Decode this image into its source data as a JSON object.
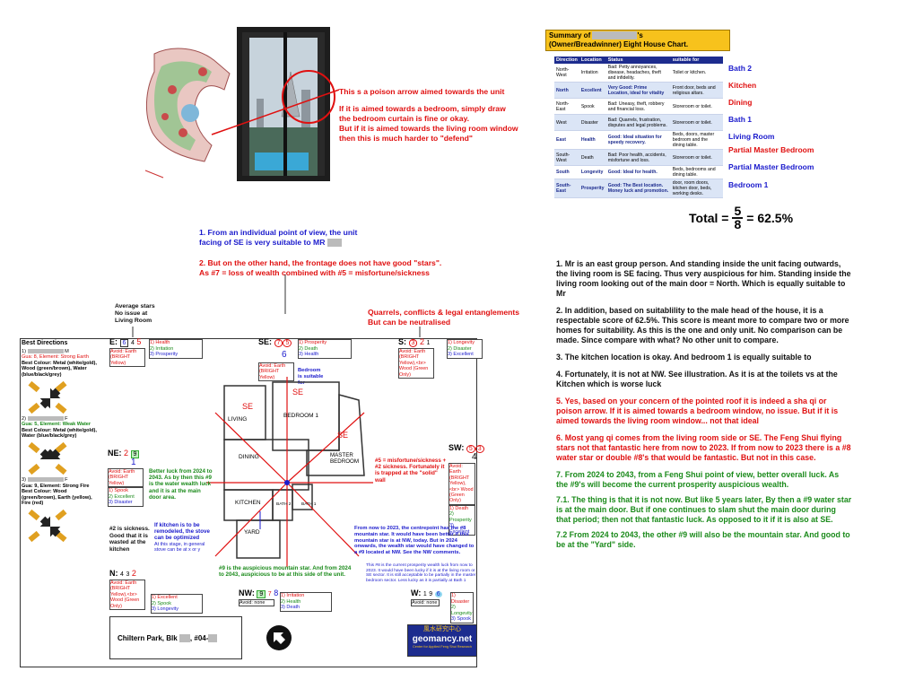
{
  "poison_arrow": {
    "line1": "This s a poison arrow aimed towards the unit",
    "line2": "If it is aimed towards a bedroom, simply draw",
    "line3": "the bedroom curtain is fine or okay.",
    "line4": "But if it is aimed towards the living room window",
    "line5": "then this is much harder to \"defend\""
  },
  "summary": {
    "title_prefix": "Summary of",
    "title_suffix": "'s",
    "subtitle": "(Owner/Breadwinner) Eight House Chart.",
    "headers": [
      "Direction",
      "Location",
      "Status",
      "suitable for"
    ],
    "rows": [
      {
        "dir": "North-West",
        "loc": "Irritation",
        "status": "Bad: Petty annoyances, disease, headaches, theft and infidelity.",
        "suit": "Toilet or kitchen.",
        "label": "Bath 2",
        "label_color": "#1a1acc",
        "good": false
      },
      {
        "dir": "North",
        "loc": "Excellent",
        "status": "Very Good: Prime Location, ideal for vitality",
        "suit": "Front door, beds and religious altars.",
        "label": "Kitchen",
        "label_color": "#e01010",
        "good": true
      },
      {
        "dir": "North-East",
        "loc": "Spook",
        "status": "Bad: Uneasy, theft, robbery and financial loss.",
        "suit": "Storeroom or toilet.",
        "label": "Dining",
        "label_color": "#e01010",
        "good": false
      },
      {
        "dir": "West",
        "loc": "Disaster",
        "status": "Bad: Quarrels, frustration, disputes and legal problems.",
        "suit": "Storeroom or toilet.",
        "label": "Bath 1",
        "label_color": "#1a1acc",
        "good": false
      },
      {
        "dir": "East",
        "loc": "Health",
        "status": "Good: Ideal situation for speedy recovery.",
        "suit": "Beds, doors, master bedroom and the dining table.",
        "label": "Living Room",
        "label_color": "#1a1acc",
        "good": true
      },
      {
        "dir": "South-West",
        "loc": "Death",
        "status": "Bad: Poor health, accidents, misfortune and loss.",
        "suit": "Storeroom or toilet.",
        "label": "Partial Master Bedroom",
        "label_color": "#e01010",
        "good": false
      },
      {
        "dir": "South",
        "loc": "Longevity",
        "status": "Good: Ideal for health.",
        "suit": "Beds, bedrooms and dining table.",
        "label": "Partial Master Bedroom",
        "label_color": "#1a1acc",
        "good": true
      },
      {
        "dir": "South-East",
        "loc": "Prosperity",
        "status": "Good: The Best location. Money luck and promotion.",
        "suit": "door, room doors, kitchen door, beds, working desks.",
        "label": "Bedroom 1",
        "label_color": "#1a1acc",
        "good": true
      }
    ],
    "total_label": "Total =",
    "total_num": "5",
    "total_den": "8",
    "total_result": "= 62.5%"
  },
  "center_notes": {
    "n1a": "1. From an individual point of view, the unit",
    "n1b": "facing of SE is very suitable to MR",
    "n2a": "2. But on the other hand, the frontage does not have good \"stars\".",
    "n2b": "As #7 = loss of wealth combined with #5 = misfortune/sickness",
    "quarrels_a": "Quarrels, conflicts & legal entanglements",
    "quarrels_b": "But can be neutralised",
    "avg_a": "Average stars",
    "avg_b": "No issue at",
    "avg_c": "Living Room"
  },
  "chart": {
    "best_dir_title": "Best Directions",
    "p1": {
      "num": "1)",
      "suffix": "M",
      "gua": "Gua: 8, Element: Strong Earth",
      "colour": "Best Colour: Metal (white/gold), Wood (green/brown), Water (blue/black/grey)"
    },
    "p2": {
      "num": "2)",
      "suffix": "F",
      "gua": "Gua: 5, Element: Weak Water",
      "colour": "Best Colour: Metal (white/gold), Water (blue/black/grey)"
    },
    "p3": {
      "num": "3)",
      "suffix": "F",
      "gua": "Gua: 9, Element: Strong Fire",
      "colour": "Best Colour: Wood (green/brown), Earth (yellow), Fire (red)"
    },
    "sectors": {
      "e": {
        "dir": "E:",
        "a": "6",
        "b": "4",
        "c": "5",
        "s1": "1) Health",
        "s2": "2) Irritation",
        "s3": "3) Prosperity",
        "avoid": "Avoid: Earth (BRIGHT Yellow)"
      },
      "se": {
        "dir": "SE:",
        "a": "7",
        "b": "5",
        "c": "6",
        "s1": "1) Prosperity",
        "s2": "2) Death",
        "s3": "3) Health",
        "avoid": "Avoid: Earth (BRIGHT Yellow)",
        "bed": "Bedroom is suitable for"
      },
      "s": {
        "dir": "S:",
        "a": "3",
        "b": "2",
        "c": "1",
        "s1": "1) Longevity",
        "s2": "2) Disaster",
        "s3": "3) Excellent",
        "avoid": "Avoid: Earth (BRIGHT Yellow),<br> Wood (Green Only)"
      },
      "ne": {
        "dir": "NE:",
        "a": "2",
        "b": "9",
        "c": "1",
        "s1": "1) Spook",
        "s2": "2) Excellent",
        "s3": "3) Disaster",
        "avoid": "Avoid: Earth (BRIGHT Yellow)"
      },
      "sw": {
        "dir": "SW:",
        "a": "5",
        "b": "3",
        "c": "4",
        "s1": "1) Death",
        "s2": "2) Prosperity",
        "s3": "3) Excellent",
        "avoid": "Avoid: Earth (BRIGHT Yellow),<br> Wood (Green Only)"
      },
      "n": {
        "dir": "N:",
        "a": "4",
        "b": "3",
        "c": "2",
        "s1": "1) Excellent",
        "s2": "2) Spook",
        "s3": "3) Longevity",
        "avoid": "Avoid: Earth (BRIGHT Yellow),<br> Wood (Green Only)"
      },
      "nw": {
        "dir": "NW:",
        "a": "9",
        "b": "7",
        "c": "8",
        "s1": "1) Irritation",
        "s2": "2) Health",
        "s3": "3) Death",
        "avoid": "Avoid: none"
      },
      "w": {
        "dir": "W:",
        "a": "1",
        "b": "9",
        "c": "6",
        "s1": "1) Disaster",
        "s2": "2) Longevity",
        "s3": "3) Spook",
        "avoid": "Avoid: none"
      }
    },
    "rooms": {
      "living": "LIVING",
      "bedroom1": "BEDROOM 1",
      "master": "MASTER BEDROOM",
      "dining": "DINING",
      "kitchen": "KITCHEN",
      "yard": "YARD",
      "bath1": "BATH 1",
      "bath2": "BATH 2",
      "se_mark": "SE"
    },
    "notes": {
      "ne_luck": "Better luck from 2024 to 2043. As by then this #9 is the water wealth luck and it is at the main door area.",
      "sickness": "#2 is sickness. Good that it is wasted at the kitchen",
      "stove_a": "If kitchen is to be remodeled, the stove can be optimized",
      "stove_b": "At this stage, in general stove can be at x or y",
      "misfortune": "#5 = misfortune/sickness + #2 sickness. Fortunately it is trapped at the \"solid\" wall",
      "mountain": "From now to 2023, the centrepoint has the #8 mountain star. It would have been better if this mountain star is at NW, today. But in 2024 onwards, the wealth star would have changed to a #9 located at NW. See the NW comments.",
      "nine_mountain": "#9 is the auspicious mountain star. And from 2024 to 2043, auspicious to be at this side of the unit.",
      "eight_wealth": "This #8 is the current prosperity wealth luck from now to 2023. It would have been lucky if it is at the living room or SE sector. It is still acceptable to be partially in the master bedroom sector. Less lucky as it is partially at Bath 1",
      "address": "Chiltern Park, Blk",
      "address_mid": ", #04-",
      "logo_cn": "風水研究中心",
      "logo_main": "geomancy.net",
      "logo_sub": "Center for Applied Feng Shui Research"
    }
  },
  "right_paras": [
    {
      "text": "1. Mr        is an east group person. And standing inside the unit facing outwards, the living room is SE facing. Thus very auspicious for him. Standing inside the living room looking out of the main door = North. Which is equally suitable to Mr",
      "color": "#111"
    },
    {
      "text": "2. In addition, based on suitablility to the male head of the house, it is a respectable score of 62.5%.  This score is meant more to compare two or more homes for suitability. As this is the one and only unit. No comparison can be made. Since compare with what? No other unit to compare.",
      "color": "#111"
    },
    {
      "text": "3. The kitchen location is okay. And bedroom 1 is equally suitable to",
      "color": "#111"
    },
    {
      "text": "4. Fortunately, it is not at NW. See illustration. As it is at the toilets vs at the Kitchen which is worse luck",
      "color": "#111"
    },
    {
      "text": "5. Yes, based on your concern of the pointed roof it is indeed a sha qi or poison arrow. If it is aimed towards a bedroom window, no issue. But if it is aimed towards the living room window... not that ideal",
      "color": "#e01010"
    },
    {
      "text": "6. Most yang qi comes from the living room side or SE. The Feng Shui flying stars not that fantastic here from now to 2023. If from now to 2023 there is a #8 water star or double #8's that would be fantastic. But not in this case.",
      "color": "#e01010"
    },
    {
      "text": "7. From 2024 to 2043, from a Feng Shui point of view, better overall luck. As the #9's will become the current prosperity auspicious wealth.",
      "color": "#1a8a1a"
    },
    {
      "text": "7.1. The thing is that it is not now. But like 5 years later, By then a #9 water star is at the main door. But if one continues to slam shut the main door during that period; then not that fantastic luck. As opposed to it if it is also at SE.",
      "color": "#1a8a1a"
    },
    {
      "text": "7.2 From 2024 to 2043, the other #9 will also be the mountain star. And good to be at the \"Yard\" side.",
      "color": "#1a8a1a"
    }
  ]
}
